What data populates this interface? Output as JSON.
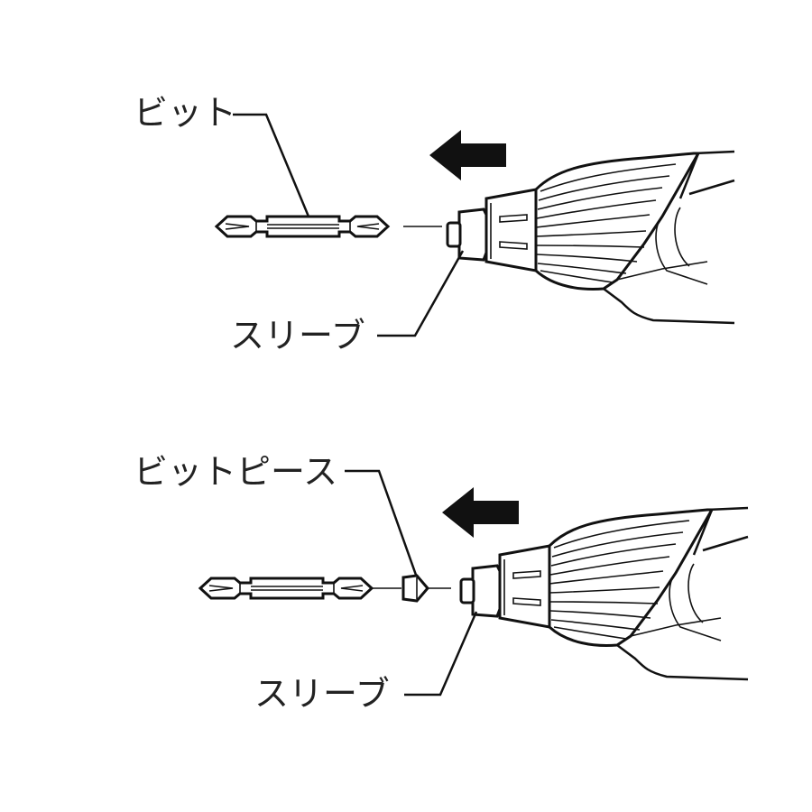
{
  "diagrams": [
    {
      "id": "top",
      "labels": {
        "bit": "ビット",
        "sleeve": "スリーブ"
      },
      "arrow_direction": "left"
    },
    {
      "id": "bottom",
      "labels": {
        "bit_piece": "ビットピース",
        "sleeve": "スリーブ"
      },
      "arrow_direction": "left"
    }
  ],
  "colors": {
    "line": "#111111",
    "text": "#222222",
    "background": "#ffffff"
  }
}
